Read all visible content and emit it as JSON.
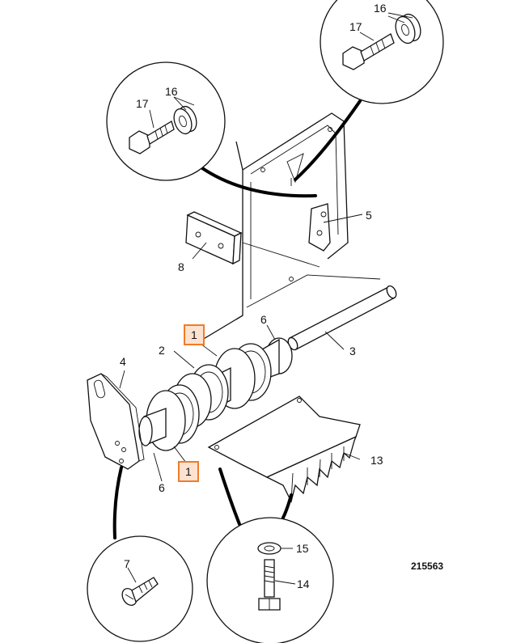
{
  "callouts": {
    "c1a": "1",
    "c1b": "1",
    "c2": "2",
    "c3": "3",
    "c4": "4",
    "c5": "5",
    "c6a": "6",
    "c6b": "6",
    "c7": "7",
    "c8": "8",
    "c13": "13",
    "c14": "14",
    "c15": "15",
    "c16a": "16",
    "c16b": "16",
    "c17a": "17",
    "c17b": "17"
  },
  "reference": "215563",
  "highlight_color": "#f07b2a",
  "highlight_fill": "#fde3cf"
}
